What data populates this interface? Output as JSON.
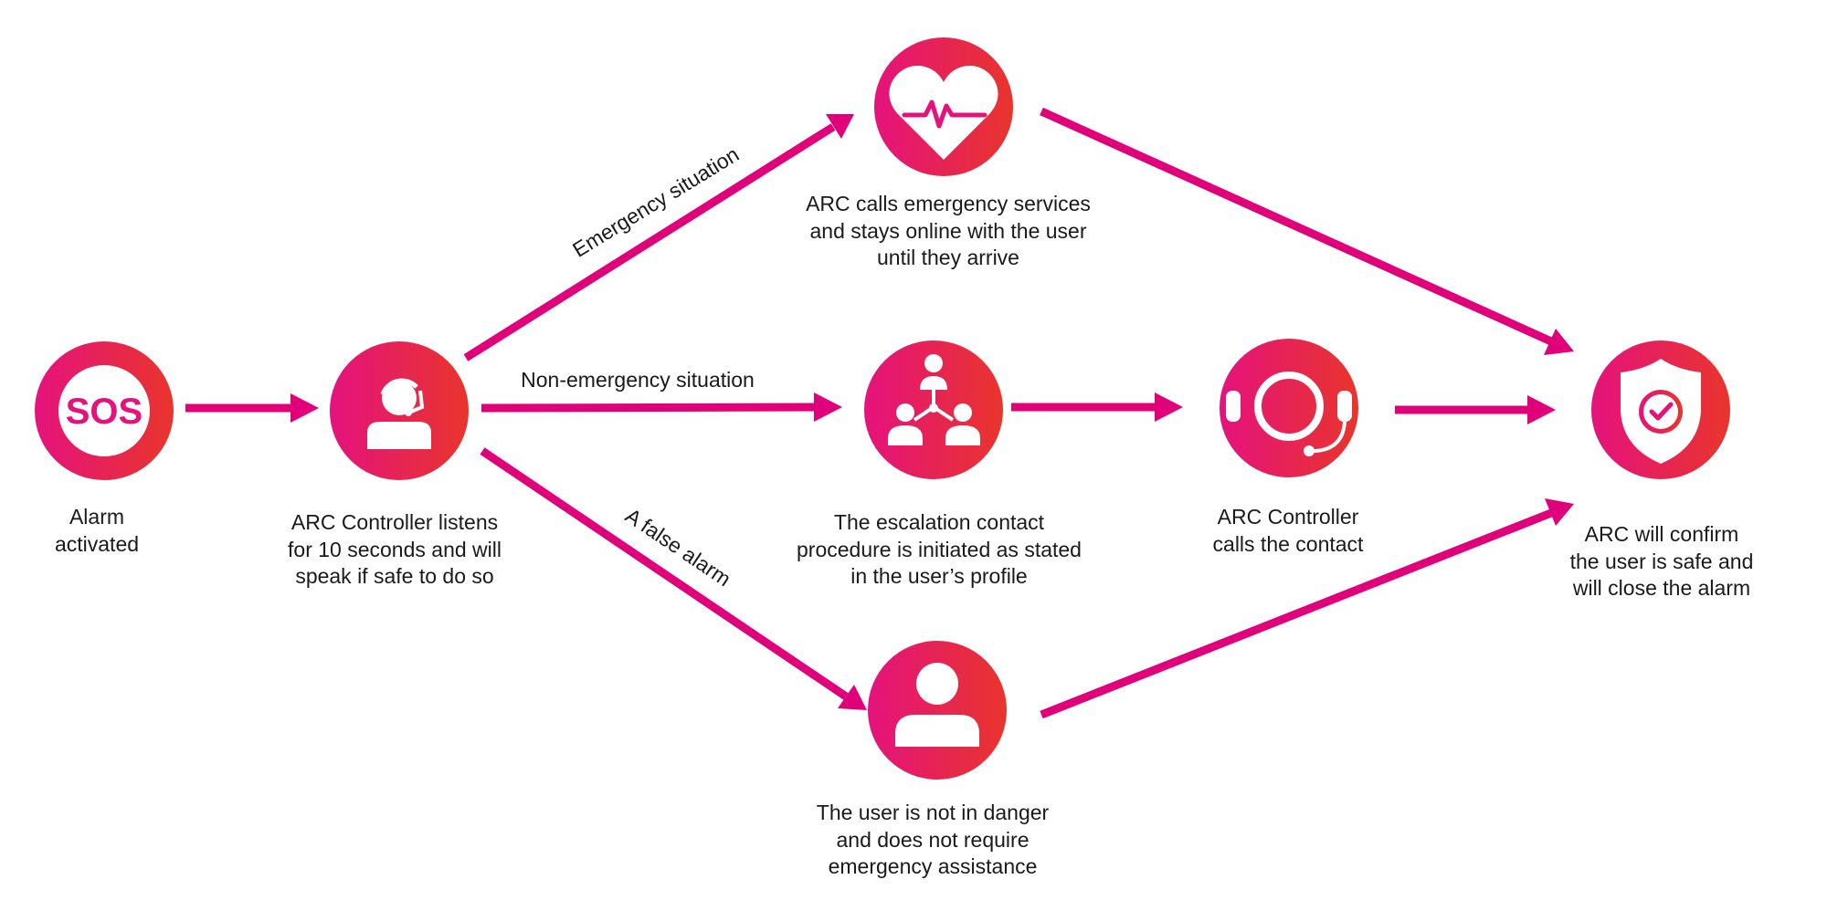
{
  "colors": {
    "arrow": "#e0007a",
    "gradient_start": "#e5127d",
    "gradient_end": "#e8352c",
    "icon": "#ffffff"
  },
  "nodes": {
    "alarm": {
      "icon": "sos-icon",
      "icon_text": "SOS",
      "label": "Alarm\nactivated"
    },
    "controller": {
      "icon": "operator-headset-icon",
      "label": "ARC Controller listens\nfor 10 seconds and will\nspeak if safe to do so"
    },
    "emergency": {
      "icon": "heart-pulse-icon",
      "label": "ARC calls emergency services\nand stays online with the user\nuntil they arrive"
    },
    "escalation": {
      "icon": "hierarchy-icon",
      "label": "The escalation contact\nprocedure is initiated as stated\nin the user’s profile"
    },
    "call_contact": {
      "icon": "headset-icon",
      "label": "ARC Controller\ncalls the contact"
    },
    "false_alarm": {
      "icon": "user-icon",
      "label": "The user is not in danger\nand does not require\nemergency assistance"
    },
    "confirm": {
      "icon": "shield-check-icon",
      "label": "ARC will confirm\nthe user is safe and\nwill close the alarm"
    }
  },
  "edges": {
    "emergency": "Emergency situation",
    "non_emergency": "Non-emergency situation",
    "false_alarm": "A false alarm"
  }
}
